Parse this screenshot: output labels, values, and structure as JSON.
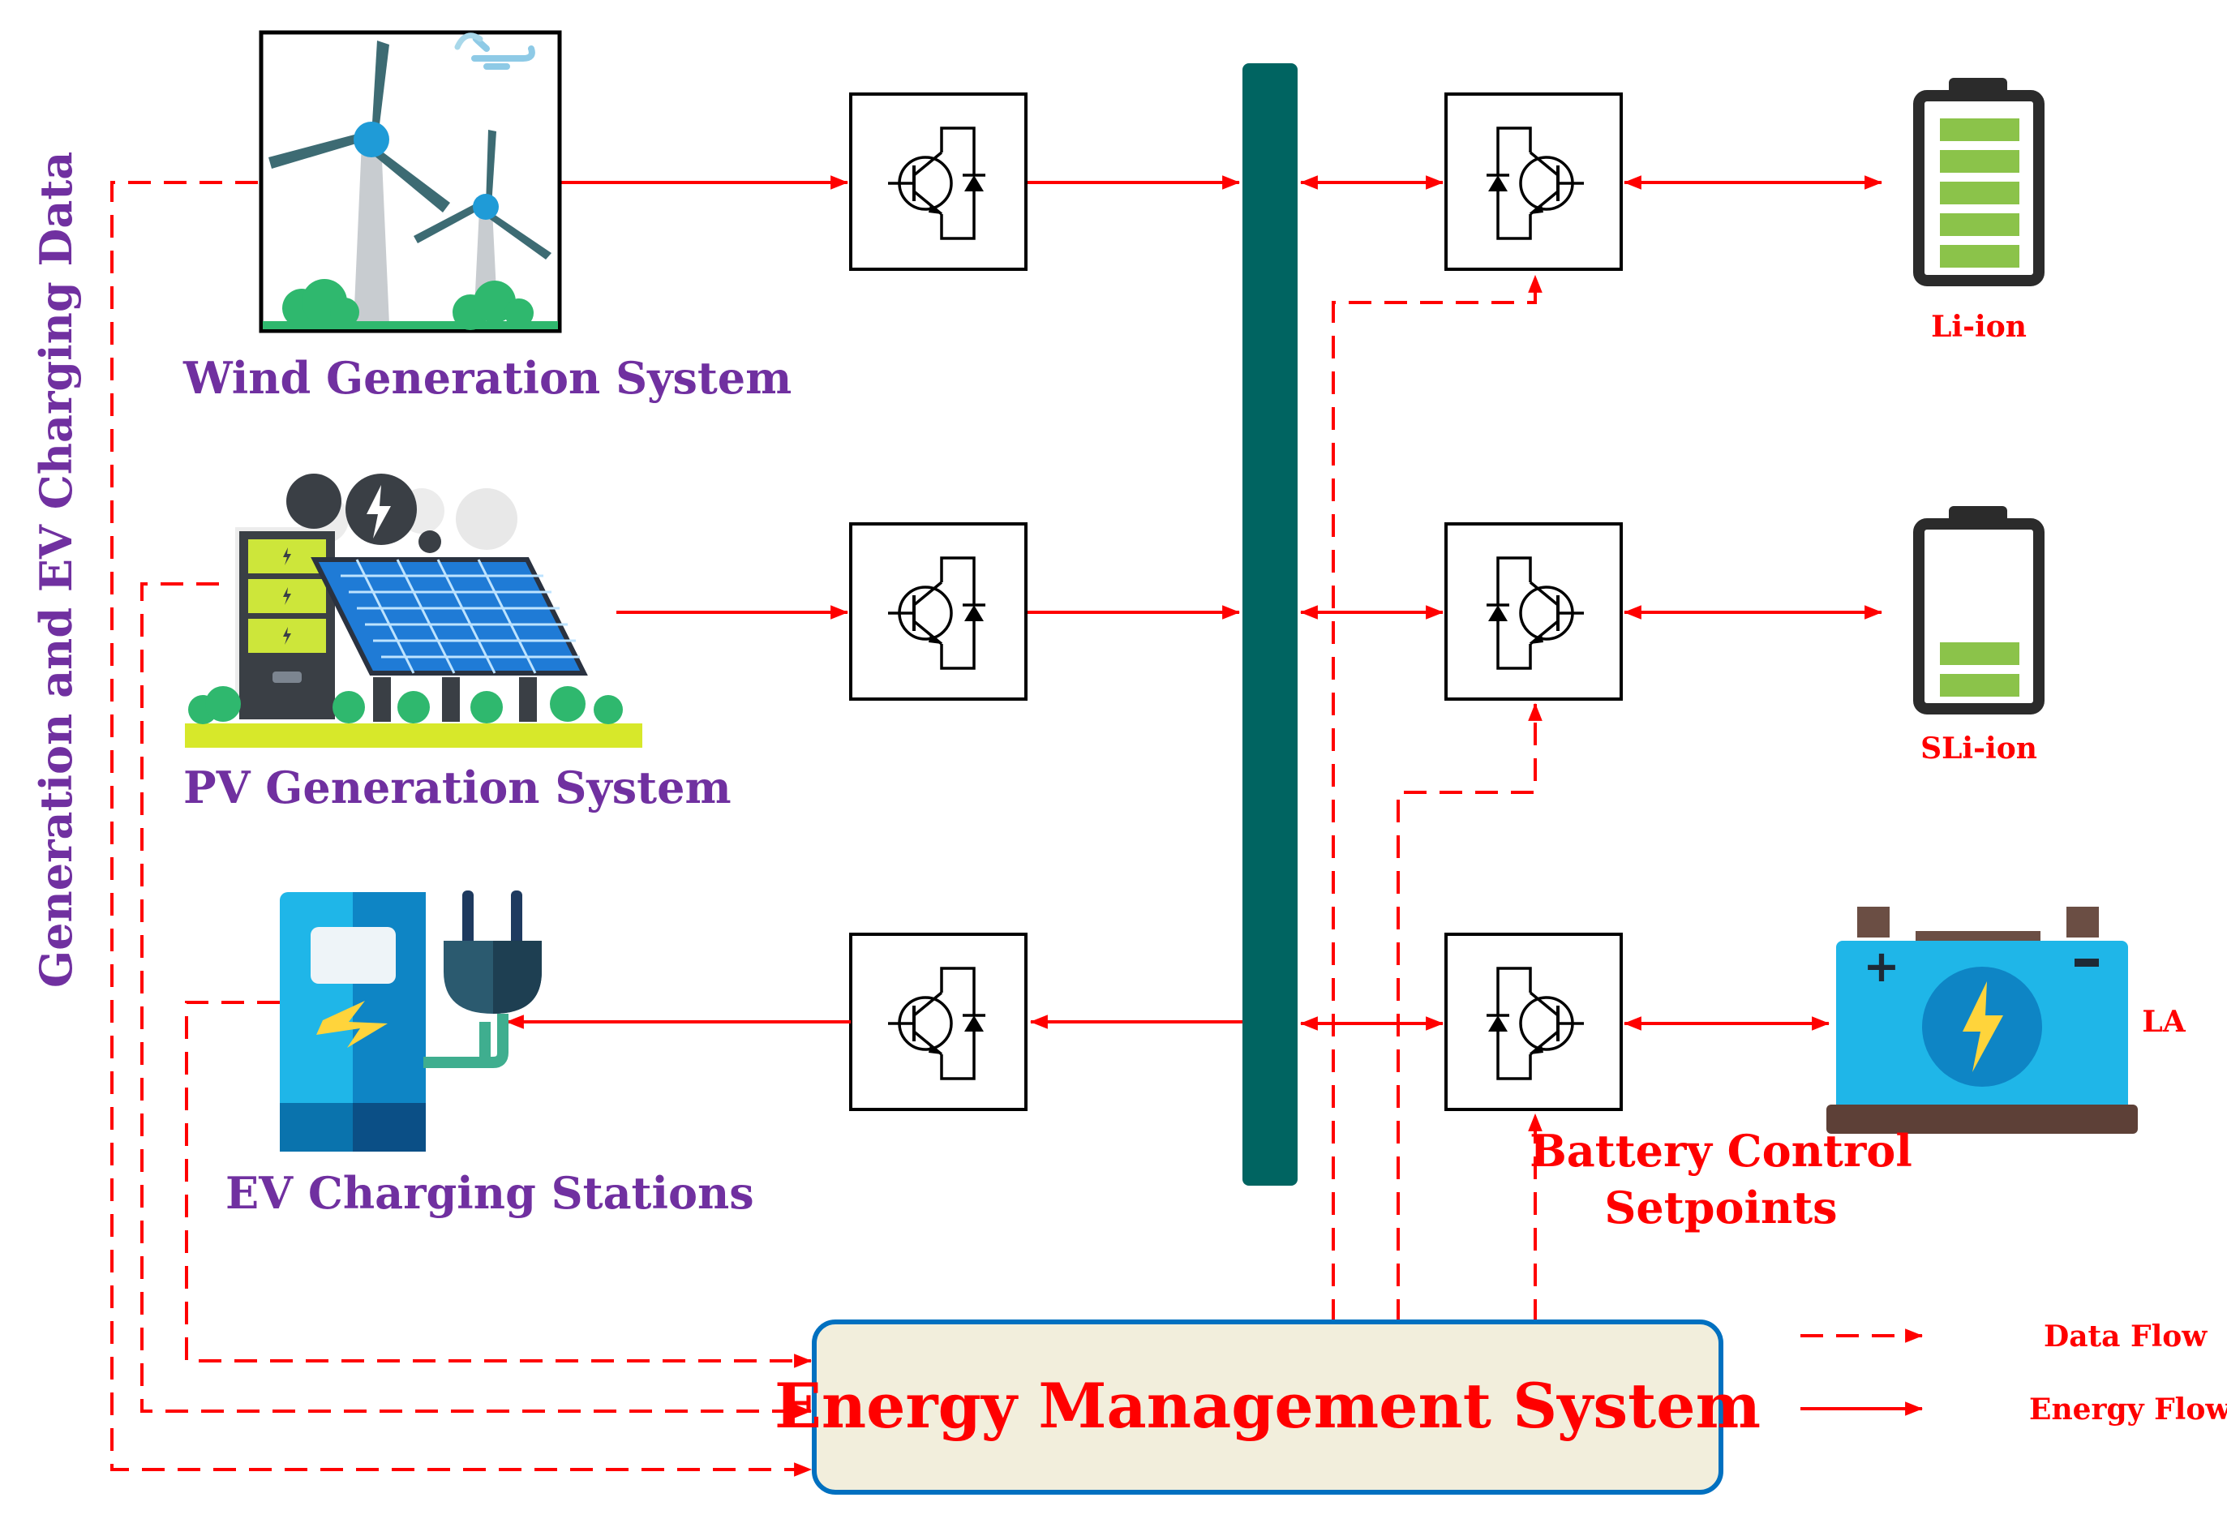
{
  "sources": {
    "wind": "Wind Generation System",
    "pv": "PV Generation System",
    "ev": "EV Charging Stations"
  },
  "side_label": "Generation and EV Charging Data",
  "batteries": {
    "liion": "Li-ion",
    "sliion": "SLi-ion",
    "la": "LA"
  },
  "control_label_1": "Battery Control",
  "control_label_2": "Setpoints",
  "ems_label": "Energy Management System",
  "legend": {
    "data_flow": "Data Flow",
    "energy_flow": "Energy Flow"
  },
  "colors": {
    "flow": "#ff0000",
    "bus": "#006461",
    "label": "#7030a0",
    "ems_fill": "#f2eedc",
    "ems_border": "#0070c0"
  }
}
